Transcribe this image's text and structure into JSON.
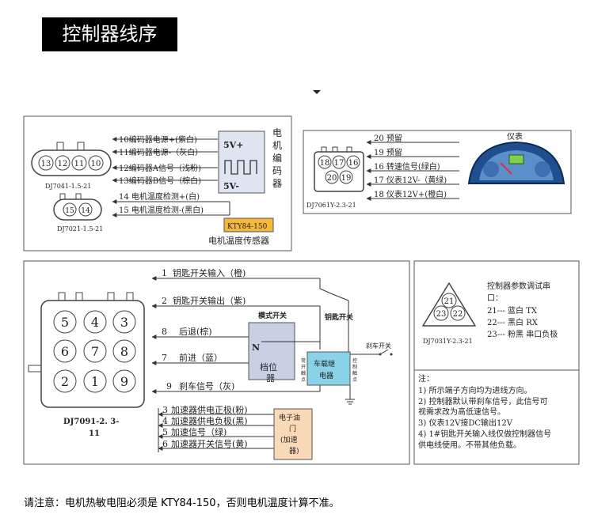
{
  "title": "控制器线序",
  "bottom_note": "请注意：电机热敏电阻必须是 KTY84-150，否则电机温度计算不准。",
  "encoder_panel": {
    "connector_a": {
      "label": "DJ7041-1.5-21",
      "pins": [
        "13",
        "12",
        "11",
        "10"
      ]
    },
    "connector_b": {
      "label": "DJ7021-1.5-21",
      "pins": [
        "15",
        "14"
      ]
    },
    "wires": [
      "10编码器电源+(紫白)",
      "11编码器电源-（灰白）",
      "12编码器A信号（浅粉)",
      "13编码器B信号（棕白)",
      "14 电机温度检测+(白)",
      "15 电机温度检测-(黑白)"
    ],
    "encoder_box": {
      "plus": "5V+",
      "minus": "5V-"
    },
    "encoder_label": [
      "电",
      "机",
      "编",
      "码",
      "器"
    ],
    "sensor_box": "KTY84-150",
    "sensor_caption": "电机温度传感器"
  },
  "meter_panel": {
    "connector": {
      "label": "DJ7061Y-2.3-21",
      "pins_top": [
        "18",
        "17",
        "16"
      ],
      "pins_bottom": [
        "20",
        "19"
      ]
    },
    "wires": [
      "20 预留",
      "19 预留",
      "16 转速信号(绿白)",
      "17 仪表12V-（黄绿)",
      "18 仪表12V+(橙白)"
    ],
    "meter_label": "仪表",
    "colors": {
      "meter_body": "#1f4f8f",
      "meter_dial": "#5b8fc9",
      "meter_screen": "#7fd04a",
      "needle": "#e03030"
    }
  },
  "main_panel": {
    "connector": {
      "label_line1": "DJ7091-2. 3-",
      "label_line2": "11",
      "pins": [
        [
          "5",
          "4",
          "3"
        ],
        [
          "6",
          "7",
          "8"
        ],
        [
          "2",
          "1",
          "9"
        ]
      ]
    },
    "wires": [
      {
        "num": "1",
        "text": "钥匙开关输入（橙)"
      },
      {
        "num": "2",
        "text": "钥匙开关输出（紫)"
      },
      {
        "num": "8",
        "text": "后退(棕)"
      },
      {
        "num": "7",
        "text": "前进（蓝）"
      },
      {
        "num": "9",
        "text": "刹车信号（灰)"
      },
      {
        "num": "3",
        "text": "加速器供电正极(粉)"
      },
      {
        "num": "4",
        "text": "加速器供电负极(黑)"
      },
      {
        "num": "5",
        "text": "加速信号（绿)"
      },
      {
        "num": "6",
        "text": "加速器开关信号(黄)"
      }
    ],
    "mode_switch_title": "模式开关",
    "mode_switch_n": "N",
    "mode_switch_caption": [
      "档位",
      "器"
    ],
    "key_switch_label": "钥匙开关",
    "relay_label": [
      "车载继",
      "电器"
    ],
    "relay_left_label": [
      "常",
      "开",
      "触",
      "点"
    ],
    "relay_right_label": [
      "控",
      "制",
      "触",
      "点"
    ],
    "brake_switch_label": "刹车开关",
    "throttle_label": [
      "电子油",
      "门",
      "(加速",
      "器)"
    ],
    "colors": {
      "mode_switch": "#c8d0e4",
      "relay": "#8ad2e8",
      "throttle": "#fad9b8",
      "sensor": "#f5b83a"
    }
  },
  "params_panel": {
    "connector": {
      "label": "DJ7031Y-2.3-21",
      "pins": [
        "21",
        "23",
        "22"
      ]
    },
    "title_lines": [
      "控制器参数调试串",
      "口："
    ],
    "rows": [
      "21---  蓝白  TX",
      "22---  黑白  RX",
      "23---  粉黑  串口负极"
    ]
  },
  "notes_panel": {
    "heading": "注：",
    "lines": [
      "1) 所示端子方向均为进线方向。",
      "2) 控制器默认带刹车信号，此信号可",
      "视需求改为高低速信号。",
      "3) 仪表12V接DC输出12V",
      "4) 1#钥匙开关输入线仅做控制器信号",
      "供电线使用。不带其他负载。"
    ]
  }
}
